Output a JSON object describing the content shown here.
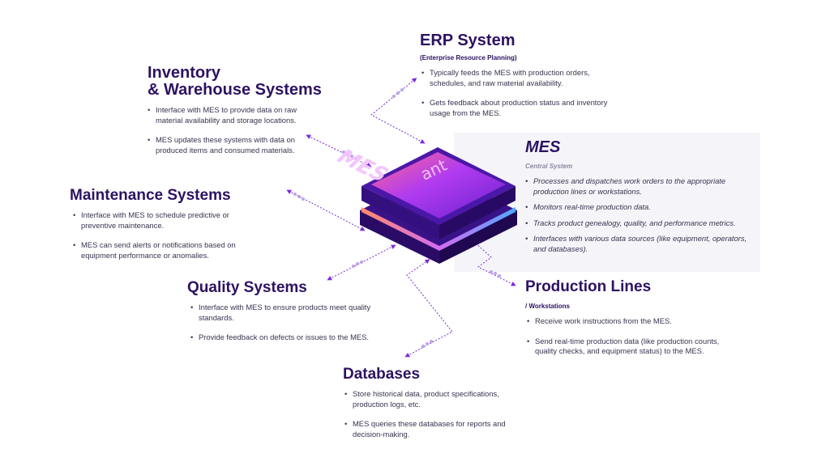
{
  "colors": {
    "title": "#2d1262",
    "text": "#3a3350",
    "accent": "#7b2bd9",
    "panel": "#f5f5f9"
  },
  "erp": {
    "title": "ERP System",
    "subtitle": "(Enterprise Resource Planning)",
    "items": [
      "Typically feeds the MES with production orders, schedules, and raw material availability.",
      "Gets feedback about production status and inventory usage from the MES."
    ]
  },
  "inventory": {
    "title_line1": "Inventory",
    "title_line2": "& Warehouse Systems",
    "items": [
      "Interface with MES to provide data on raw material availability and storage locations.",
      "MES updates these systems with data on produced items and consumed materials."
    ]
  },
  "mes": {
    "title": "MES",
    "subtitle": "Central System",
    "items": [
      "Processes and dispatches work orders to the appropriate production lines or workstations.",
      "Monitors real-time production data.",
      "Tracks product genealogy, quality, and performance metrics.",
      "Interfaces with various data sources (like equipment, operators, and databases)."
    ]
  },
  "maintenance": {
    "title": "Maintenance Systems",
    "items": [
      "Interface with MES to schedule predictive or preventive maintenance.",
      "MES can send alerts or notifications based on equipment performance or anomalies."
    ]
  },
  "quality": {
    "title": "Quality Systems",
    "items": [
      "Interface with MES to ensure products meet quality standards.",
      "Provide feedback on defects or issues to the MES."
    ]
  },
  "production": {
    "title": "Production Lines",
    "subtitle": "/ Workstations",
    "items": [
      "Receive work instructions from the MES.",
      "Send real-time production data (like production counts, quality checks, and equipment status) to the MES."
    ]
  },
  "databases": {
    "title": "Databases",
    "items": [
      "Store historical data, product specifications, production logs, etc.",
      "MES queries these databases for reports and decision-making."
    ]
  },
  "chip": {
    "brand": "ant",
    "label": "MES"
  }
}
